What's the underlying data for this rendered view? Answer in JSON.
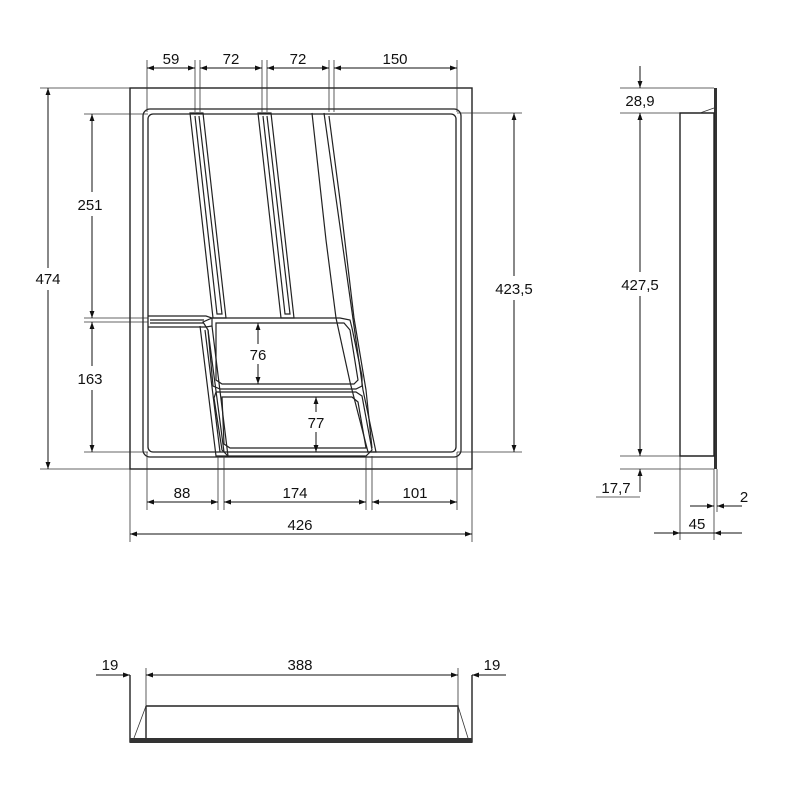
{
  "colors": {
    "line": "#111111",
    "background": "#ffffff",
    "panel": "#333333"
  },
  "top_view": {
    "width_dims": {
      "d59": "59",
      "d72a": "72",
      "d72b": "72",
      "d150": "150"
    },
    "height_dims": {
      "total": "474",
      "d251": "251",
      "d163": "163",
      "inner": "423,5"
    },
    "inner_dims": {
      "d76": "76",
      "d77": "77"
    },
    "bottom_dims": {
      "d88": "88",
      "d174": "174",
      "d101": "101",
      "total": "426"
    }
  },
  "side_view": {
    "top_offset": "28,9",
    "height": "427,5",
    "bottom_offset": "17,7",
    "wall": "2",
    "depth": "45"
  },
  "front_view": {
    "left": "19",
    "middle": "388",
    "right": "19"
  }
}
